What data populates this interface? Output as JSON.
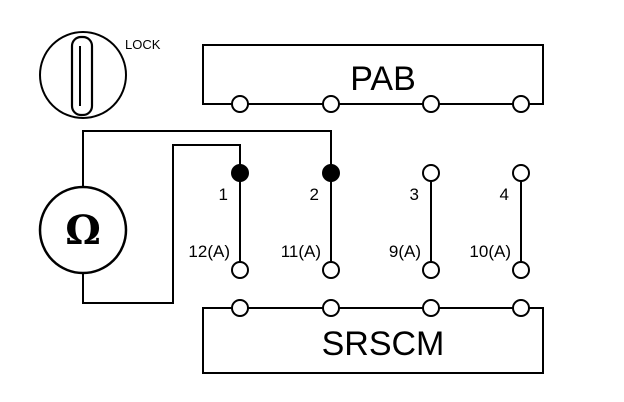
{
  "lock_label": "LOCK",
  "pab": {
    "label": "PAB"
  },
  "srscm": {
    "label": "SRSCM"
  },
  "meter": {
    "symbol": "Ω",
    "icon": "ohmmeter-icon"
  },
  "connectors": [
    {
      "top": "1",
      "bottom": "12(A)",
      "probed": true
    },
    {
      "top": "2",
      "bottom": "11(A)",
      "probed": true
    },
    {
      "top": "3",
      "bottom": "9(A)",
      "probed": false
    },
    {
      "top": "4",
      "bottom": "10(A)",
      "probed": false
    }
  ],
  "colors": {
    "line": "#000000",
    "background": "#ffffff"
  }
}
